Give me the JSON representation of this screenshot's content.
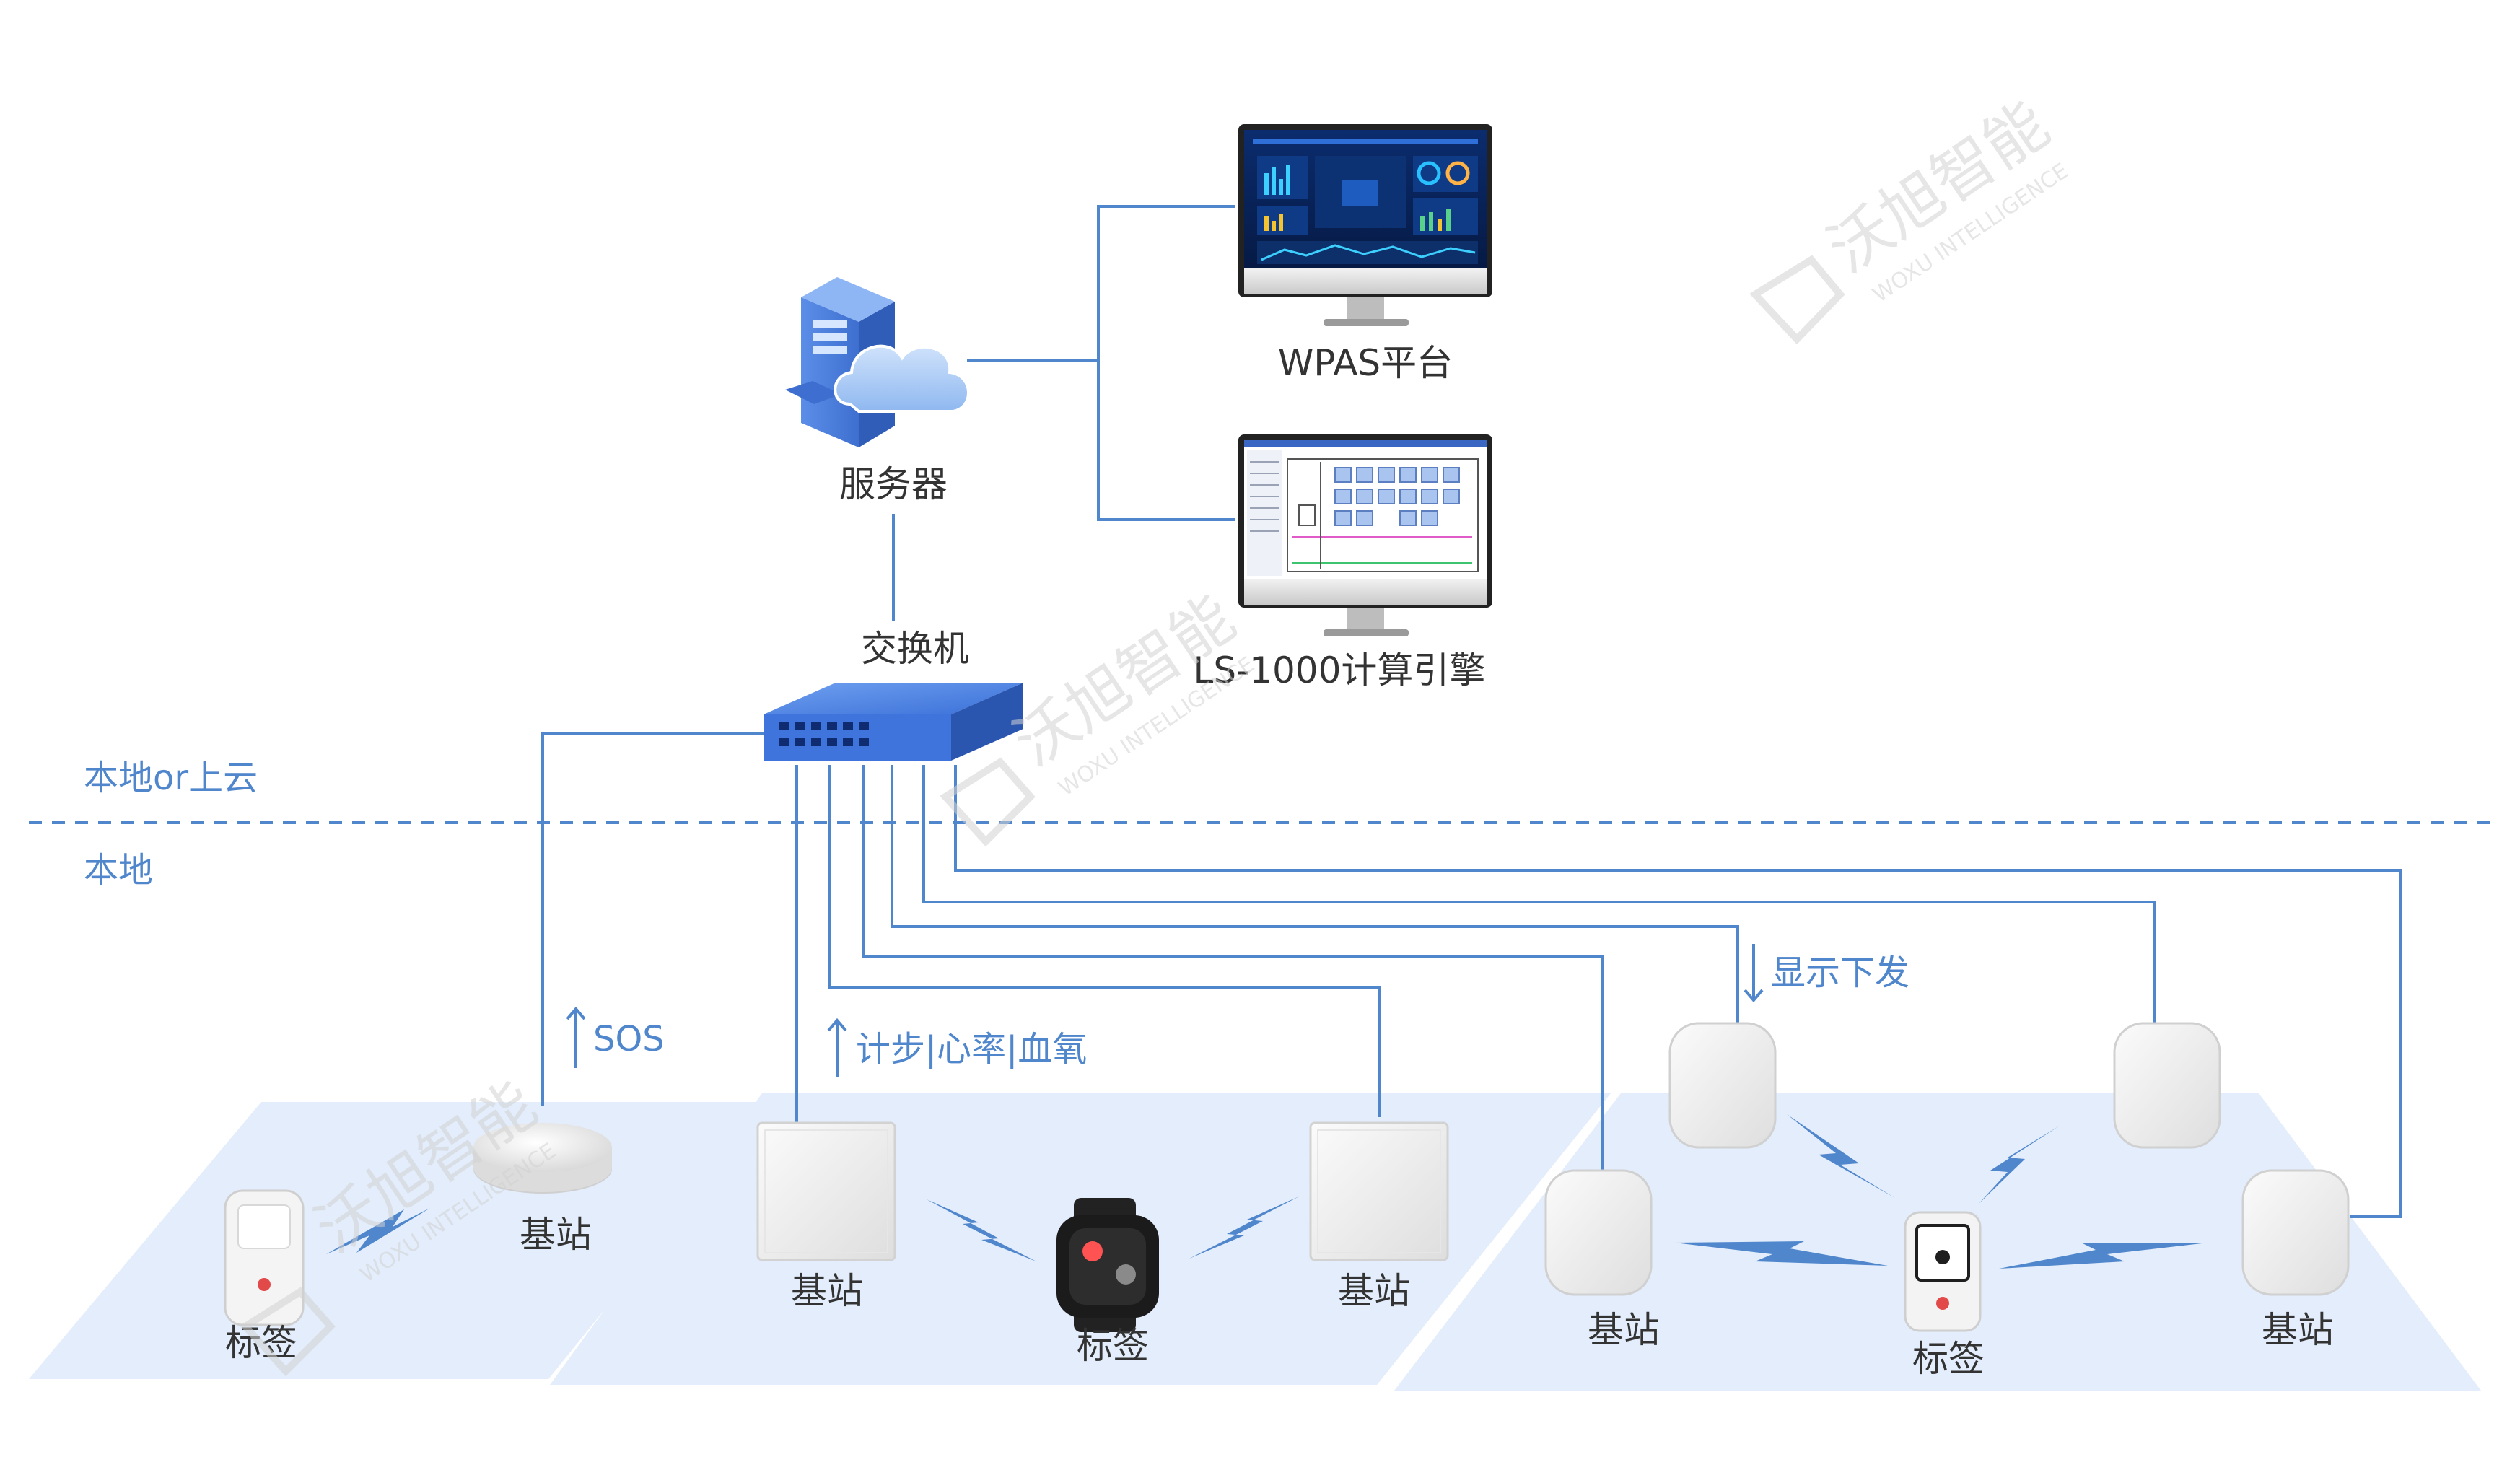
{
  "nodes": {
    "server": "服务器",
    "switch": "交换机",
    "wpas": "WPAS平台",
    "ls1000": "LS-1000计算引擎"
  },
  "zones": {
    "cloud": "本地or上云",
    "local": "本地"
  },
  "annotations": {
    "sos": "SOS",
    "vitals": "计步|心率|血氧",
    "display": "显示下发"
  },
  "devices": {
    "base_station": "基站",
    "tag": "标签"
  },
  "watermark": {
    "brand_cn": "沃旭智能",
    "brand_en": "WOXU INTELLIGENCE"
  },
  "colors": {
    "line": "#4f86cc",
    "zone_fill": "#e3edfb",
    "label": "#333333",
    "annotation": "#4f86cc",
    "watermark": "#d2d2d2"
  }
}
